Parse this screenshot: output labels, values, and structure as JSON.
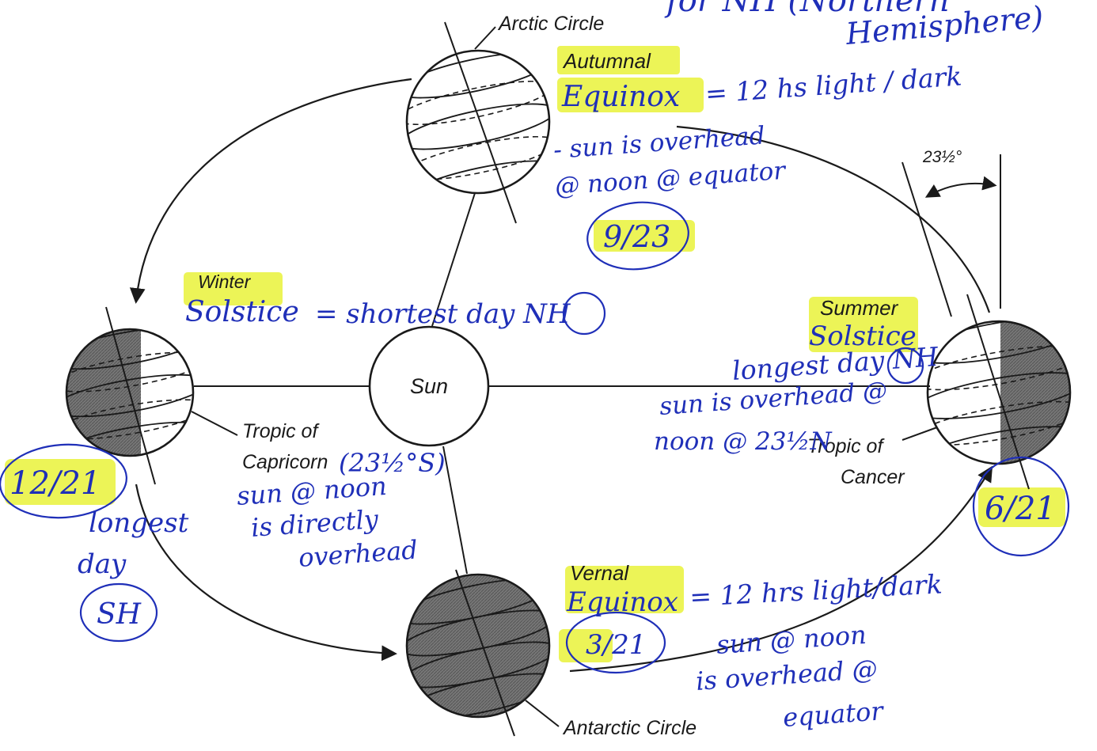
{
  "colors": {
    "ink": "#1a1a1a",
    "pen": "#1f2fb8",
    "highlighter": "#e9f23a",
    "night_shade": "#6e6e6e"
  },
  "header_fragment": {
    "line1": "for NH (Northern",
    "line2": "Hemisphere)"
  },
  "sun_label": "Sun",
  "tilt_angle": "23½°",
  "autumnal": {
    "printed": "Autumnal",
    "equinox": "Equinox",
    "note": "= 12 hs light / dark",
    "sun1": "- sun is overhead",
    "sun2": "@ noon @ equator",
    "date": "9/23"
  },
  "winter": {
    "printed": "Winter",
    "solstice": "Solstice",
    "note": "= shortest day NH",
    "date": "12/21",
    "side1": "longest",
    "side2": "day",
    "side3": "SH"
  },
  "summer": {
    "printed": "Summer",
    "solstice": "Solstice",
    "longest": "longest day NH",
    "sun1": "sun is overhead @",
    "sun2": "noon @ 23½N",
    "date": "6/21"
  },
  "vernal": {
    "printed": "Vernal",
    "equinox": "Equinox",
    "note": "= 12 hrs light/dark",
    "date": "3/21",
    "sun1": "sun @ noon",
    "sun2": "is overhead @",
    "sun3": "equator"
  },
  "labels": {
    "arctic_circle": "Arctic Circle",
    "antarctic_circle": "Antarctic Circle",
    "tropic_capricorn_1": "Tropic of",
    "tropic_capricorn_2": "Capricorn",
    "capricorn_note": "(23½°S)",
    "capricorn_sun1": "sun @ noon",
    "capricorn_sun2": "is directly",
    "capricorn_sun3": "overhead",
    "tropic_cancer_1": "Tropic of",
    "tropic_cancer_2": "Cancer"
  },
  "icons": [
    "sun-icon",
    "earth-globe-icon",
    "orbit-arrow-icon"
  ]
}
